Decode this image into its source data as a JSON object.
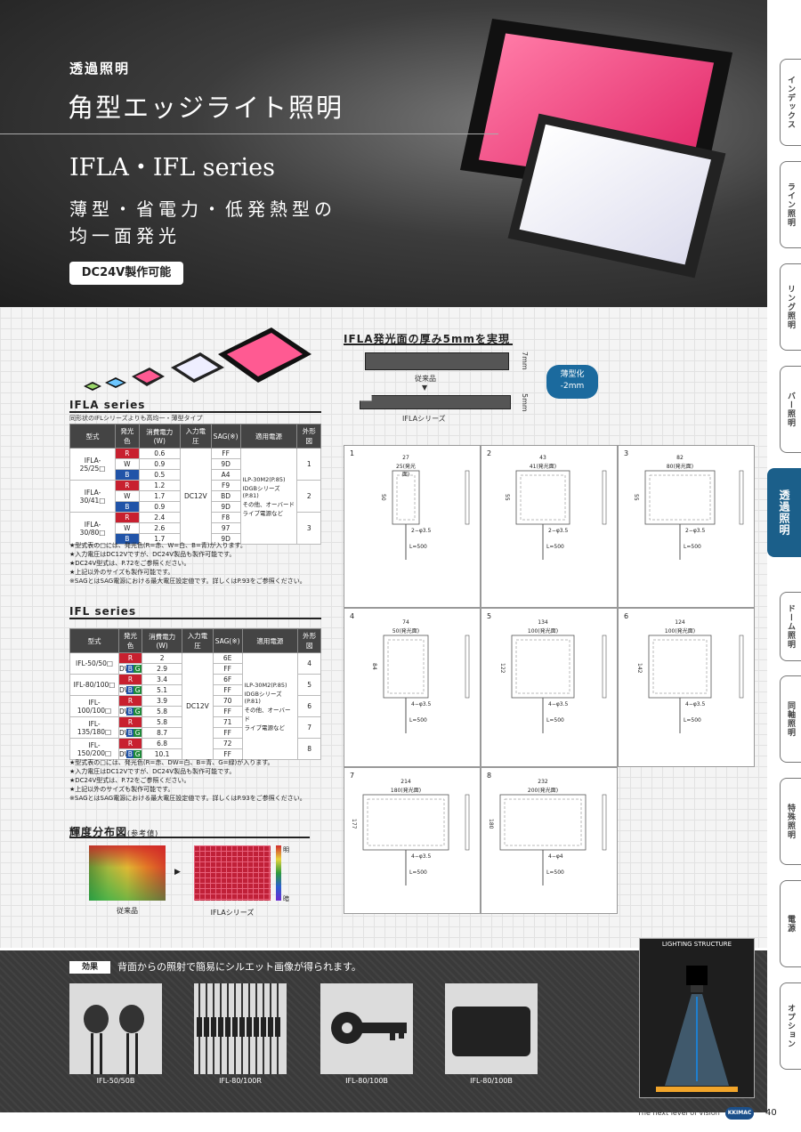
{
  "header": {
    "category": "透過照明",
    "title": "角型エッジライト照明",
    "series": "IFLA・IFL series",
    "subtitle_line1": "薄型・省電力・低発熱型の",
    "subtitle_line2": "均一面発光",
    "badge": "DC24V製作可能"
  },
  "tabs": [
    "インデックス",
    "ライン照明",
    "リング照明",
    "バー照明",
    "透過照明",
    "ドーム照明",
    "同軸照明",
    "特殊照明",
    "電源",
    "オプション"
  ],
  "active_tab": "透過照明",
  "thickness": {
    "title": "IFLA発光面の厚み5mmを実現",
    "old_label": "従来品",
    "old_dim": "7mm",
    "new_label": "IFLAシリーズ",
    "new_dim": "5mm",
    "bubble": "薄型化\n-2mm"
  },
  "ifla": {
    "title": "IFLA series",
    "desc": "同形状のIFLシリーズよりも高均一・薄型タイプ",
    "headers": [
      "型式",
      "発光色",
      "消費電力(W)",
      "入力電圧",
      "SAG(※)",
      "適用電源",
      "外形図"
    ],
    "groups": [
      {
        "model": "IFLA-25/25□",
        "shape": "1",
        "rows": [
          [
            "R",
            "0.6",
            "FF"
          ],
          [
            "W",
            "0.9",
            "9D"
          ],
          [
            "B",
            "0.5",
            "A4"
          ]
        ]
      },
      {
        "model": "IFLA-30/41□",
        "shape": "2",
        "rows": [
          [
            "R",
            "1.2",
            "F9"
          ],
          [
            "W",
            "1.7",
            "BD"
          ],
          [
            "B",
            "0.9",
            "9D"
          ]
        ]
      },
      {
        "model": "IFLA-30/80□",
        "shape": "3",
        "rows": [
          [
            "R",
            "2.4",
            "F8"
          ],
          [
            "W",
            "2.6",
            "97"
          ],
          [
            "B",
            "1.7",
            "9D"
          ]
        ]
      }
    ],
    "voltage": "DC12V",
    "power_supply": "ILP-30M2(P.85)\nIDGBシリーズ(P.81)\nその他、オーバード\nライブ電源など",
    "notes": [
      "★型式表の□には、発光色(R=赤、W=白、B=青)が入ります。",
      "★入力電圧はDC12Vですが、DC24V製品も製作可能です。",
      "★DC24V型式は、P.72をご参照ください。",
      "★上記以外のサイズも製作可能です。",
      "※SAGとはSAG電源における最大電圧設定値です。詳しくはP.93をご参照ください。"
    ]
  },
  "ifl": {
    "title": "IFL series",
    "headers": [
      "型式",
      "発光色",
      "消費電力(W)",
      "入力電圧",
      "SAG(※)",
      "適用電源",
      "外形図"
    ],
    "groups": [
      {
        "model": "IFL-50/50□",
        "shape": "4",
        "rows": [
          [
            "R",
            "2",
            "6E"
          ],
          [
            "DWBG",
            "2.9",
            "FF"
          ]
        ]
      },
      {
        "model": "IFL-80/100□",
        "shape": "5",
        "rows": [
          [
            "R",
            "3.4",
            "6F"
          ],
          [
            "DWBG",
            "5.1",
            "FF"
          ]
        ]
      },
      {
        "model": "IFL-100/100□",
        "shape": "6",
        "rows": [
          [
            "R",
            "3.9",
            "70"
          ],
          [
            "DWBG",
            "5.8",
            "FF"
          ]
        ]
      },
      {
        "model": "IFL-135/180□",
        "shape": "7",
        "rows": [
          [
            "R",
            "5.8",
            "71"
          ],
          [
            "DWBG",
            "8.7",
            "FF"
          ]
        ]
      },
      {
        "model": "IFL-150/200□",
        "shape": "8",
        "rows": [
          [
            "R",
            "6.8",
            "72"
          ],
          [
            "DWBG",
            "10.1",
            "FF"
          ]
        ]
      }
    ],
    "voltage": "DC12V",
    "power_supply": "ILP-30M2(P.85)\nIDGBシリーズ(P.81)\nその他、オーバード\nライブ電源など",
    "notes": [
      "★型式表の□には、発光色(R=赤、DW=白、B=青、G=緑)が入ります。",
      "★入力電圧はDC12Vですが、DC24V製品も製作可能です。",
      "★DC24V型式は、P.72をご参照ください。",
      "★上記以外のサイズも製作可能です。",
      "※SAGとはSAG電源における最大電圧設定値です。詳しくはP.93をご参照ください。"
    ]
  },
  "luminance": {
    "title": "輝度分布図",
    "ref": "(参考値)",
    "old_label": "従来品",
    "new_label": "IFLAシリーズ",
    "bright": "明",
    "dark": "暗"
  },
  "diagrams": [
    {
      "num": "1",
      "w": "27",
      "light": "25(発光面)",
      "h": "50",
      "d": "2−φ3.5",
      "l": "L=500"
    },
    {
      "num": "2",
      "w": "43",
      "light": "41(発光面)",
      "h": "55",
      "d": "2−φ3.5",
      "l": "L=500"
    },
    {
      "num": "3",
      "w": "82",
      "light": "80(発光面)",
      "h": "55",
      "d": "2−φ3.5",
      "l": "L=500"
    },
    {
      "num": "4",
      "w": "74",
      "light": "50(発光面)",
      "h": "84",
      "d": "4−φ3.5",
      "l": "L=500"
    },
    {
      "num": "5",
      "w": "134",
      "light": "100(発光面)",
      "h": "122",
      "d": "4−φ3.5",
      "l": "L=500"
    },
    {
      "num": "6",
      "w": "124",
      "light": "100(発光面)",
      "h": "142",
      "d": "4−φ3.5",
      "l": "L=500"
    },
    {
      "num": "7",
      "w": "214",
      "light": "180(発光面)",
      "h": "177",
      "d": "4−φ3.5",
      "l": "L=500"
    },
    {
      "num": "8",
      "w": "232",
      "light": "200(発光面)",
      "h": "180",
      "d": "4−φ4",
      "l": "L=500"
    }
  ],
  "effect": {
    "tag": "効果",
    "text": "背面からの照射で簡易にシルエット画像が得られます。",
    "photos": [
      "IFL-50/50B",
      "IFL-80/100R",
      "IFL-80/100B",
      "IFL-80/100B"
    ],
    "lighting_title": "LIGHTING STRUCTURE"
  },
  "footer": {
    "tagline": "The next level of vision",
    "logo": "KKIMAC",
    "page": "40"
  }
}
